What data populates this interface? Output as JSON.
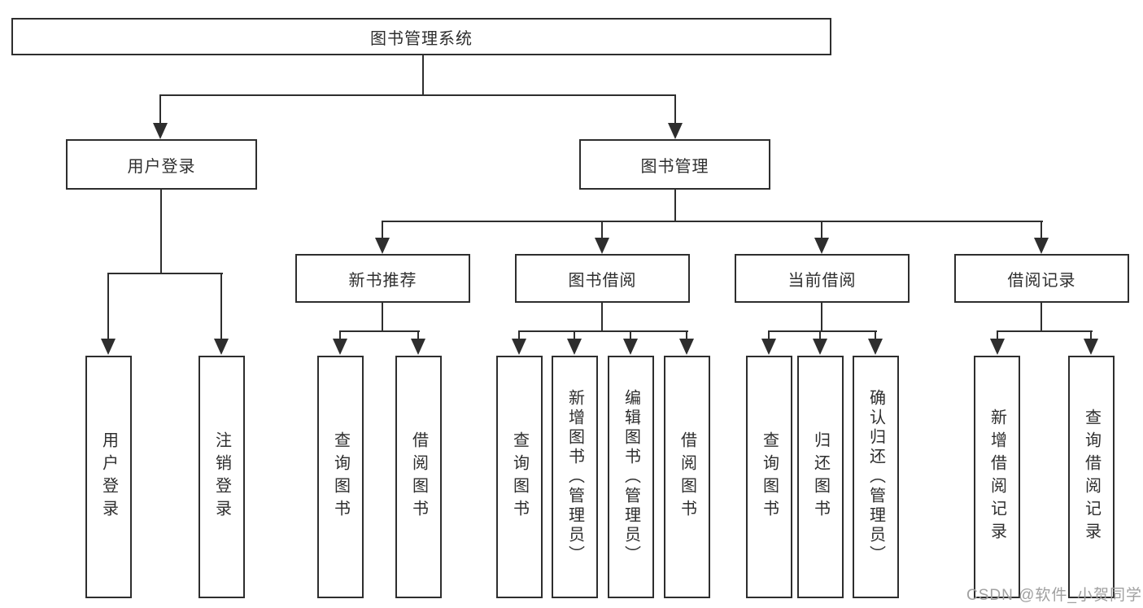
{
  "tree": {
    "root": {
      "label": "图书管理系统"
    },
    "branches": [
      {
        "label": "用户登录",
        "children": [
          {
            "label": "用户登录"
          },
          {
            "label": "注销登录"
          }
        ]
      },
      {
        "label": "图书管理",
        "children": [
          {
            "label": "新书推荐",
            "children": [
              {
                "label": "查询图书"
              },
              {
                "label": "借阅图书"
              }
            ]
          },
          {
            "label": "图书借阅",
            "children": [
              {
                "label": "查询图书"
              },
              {
                "label": "新增图书（管理员）"
              },
              {
                "label": "编辑图书（管理员）"
              },
              {
                "label": "借阅图书"
              }
            ]
          },
          {
            "label": "当前借阅",
            "children": [
              {
                "label": "查询图书"
              },
              {
                "label": "归还图书"
              },
              {
                "label": "确认归还（管理员）"
              }
            ]
          },
          {
            "label": "借阅记录",
            "children": [
              {
                "label": "新增借阅记录"
              },
              {
                "label": "查询借阅记录"
              }
            ]
          }
        ]
      }
    ]
  },
  "watermark": "CSDN @软件_小贺同学",
  "colors": {
    "line": "#2e2e2e",
    "text": "#2e2e2e",
    "box_fill": "#ffffff",
    "watermark": "#a0a0a0",
    "background": "#ffffff"
  }
}
